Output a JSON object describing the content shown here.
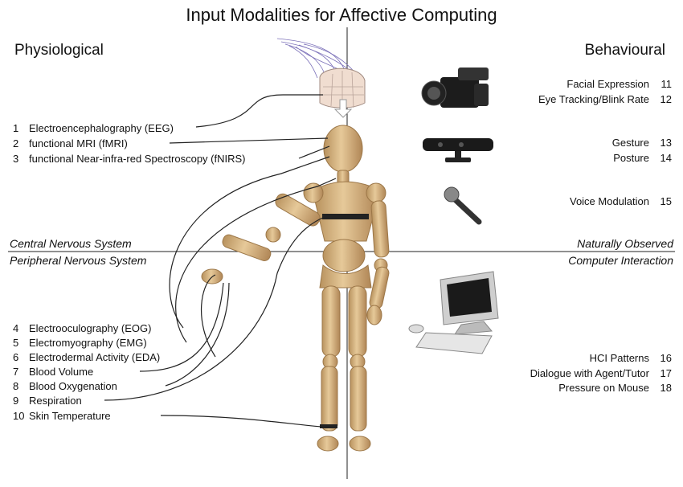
{
  "title": "Input Modalities for Affective Computing",
  "headings": {
    "left": "Physiological",
    "right": "Behavioural"
  },
  "regions": {
    "top_left": "Central Nervous System",
    "bottom_left": "Peripheral Nervous System",
    "top_right": "Naturally Observed",
    "bottom_right": "Computer Interaction"
  },
  "physiological": {
    "central": [
      {
        "num": "1",
        "label": "Electroencephalography (EEG)"
      },
      {
        "num": "2",
        "label": "functional MRI (fMRI)"
      },
      {
        "num": "3",
        "label": "functional Near-infra-red Spectroscopy (fNIRS)"
      }
    ],
    "peripheral": [
      {
        "num": "4",
        "label": "Electrooculography (EOG)"
      },
      {
        "num": "5",
        "label": "Electromyography (EMG)"
      },
      {
        "num": "6",
        "label": "Electrodermal Activity (EDA)"
      },
      {
        "num": "7",
        "label": "Blood Volume"
      },
      {
        "num": "8",
        "label": "Blood Oxygenation"
      },
      {
        "num": "9",
        "label": "Respiration"
      },
      {
        "num": "10",
        "label": "Skin Temperature"
      }
    ]
  },
  "behavioural": {
    "observed": [
      {
        "label": "Facial Expression",
        "num": "11"
      },
      {
        "label": "Eye Tracking/Blink Rate",
        "num": "12"
      },
      {
        "label": "Gesture",
        "num": "13"
      },
      {
        "label": "Posture",
        "num": "14"
      },
      {
        "label": "Voice Modulation",
        "num": "15"
      }
    ],
    "interaction": [
      {
        "label": "HCI Patterns",
        "num": "16"
      },
      {
        "label": "Dialogue with Agent/Tutor",
        "num": "17"
      },
      {
        "label": "Pressure on Mouse",
        "num": "18"
      }
    ]
  },
  "icons": [
    "eeg-cap-icon",
    "video-camera-icon",
    "kinect-sensor-icon",
    "microphone-icon",
    "computer-icon",
    "wooden-mannequin-figure"
  ],
  "colors": {
    "wood": "#d9b98a",
    "wood_dark": "#b8925e",
    "line": "#222222"
  }
}
